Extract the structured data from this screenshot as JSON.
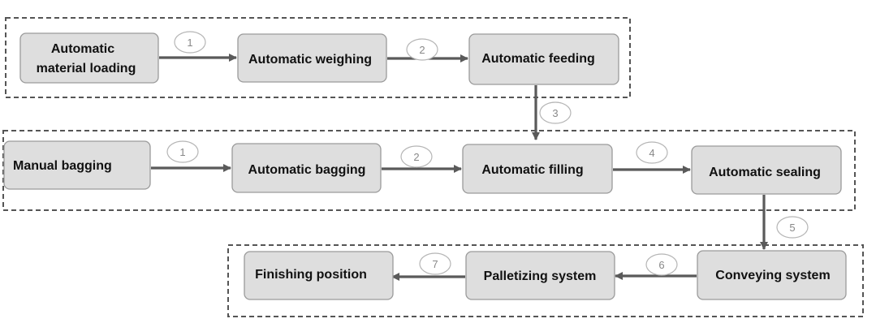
{
  "nodes": [
    {
      "id": "loading",
      "lines": [
        "Automatic",
        "material loading"
      ]
    },
    {
      "id": "weighing",
      "lines": [
        "Automatic weighing"
      ]
    },
    {
      "id": "feeding",
      "lines": [
        "Automatic feeding"
      ]
    },
    {
      "id": "manual_bagging",
      "lines": [
        "Manual bagging"
      ]
    },
    {
      "id": "auto_bagging",
      "lines": [
        "Automatic bagging"
      ]
    },
    {
      "id": "filling",
      "lines": [
        "Automatic filling"
      ]
    },
    {
      "id": "sealing",
      "lines": [
        "Automatic sealing"
      ]
    },
    {
      "id": "conveying",
      "lines": [
        "Conveying system"
      ]
    },
    {
      "id": "palletizing",
      "lines": [
        "Palletizing system"
      ]
    },
    {
      "id": "finishing",
      "lines": [
        "Finishing position"
      ]
    }
  ],
  "edges": [
    {
      "from": "loading",
      "to": "weighing",
      "step": "1"
    },
    {
      "from": "weighing",
      "to": "feeding",
      "step": "2"
    },
    {
      "from": "feeding",
      "to": "filling",
      "step": "3"
    },
    {
      "from": "manual_bagging",
      "to": "auto_bagging",
      "step": "1"
    },
    {
      "from": "auto_bagging",
      "to": "filling",
      "step": "2"
    },
    {
      "from": "filling",
      "to": "sealing",
      "step": "4"
    },
    {
      "from": "sealing",
      "to": "conveying",
      "step": "5"
    },
    {
      "from": "conveying",
      "to": "palletizing",
      "step": "6"
    },
    {
      "from": "palletizing",
      "to": "finishing",
      "step": "7"
    }
  ],
  "groups": [
    {
      "id": "feeding_stage",
      "nodes": [
        "loading",
        "weighing",
        "feeding"
      ]
    },
    {
      "id": "bagging_stage",
      "nodes": [
        "manual_bagging",
        "auto_bagging",
        "filling",
        "sealing"
      ]
    },
    {
      "id": "output_stage",
      "nodes": [
        "conveying",
        "palletizing",
        "finishing"
      ]
    }
  ],
  "colors": {
    "node_fill": "#dedede",
    "node_border": "#9a9a9a",
    "arrow": "#5a5a5a",
    "group_border": "#555555",
    "step_text": "#888888"
  }
}
